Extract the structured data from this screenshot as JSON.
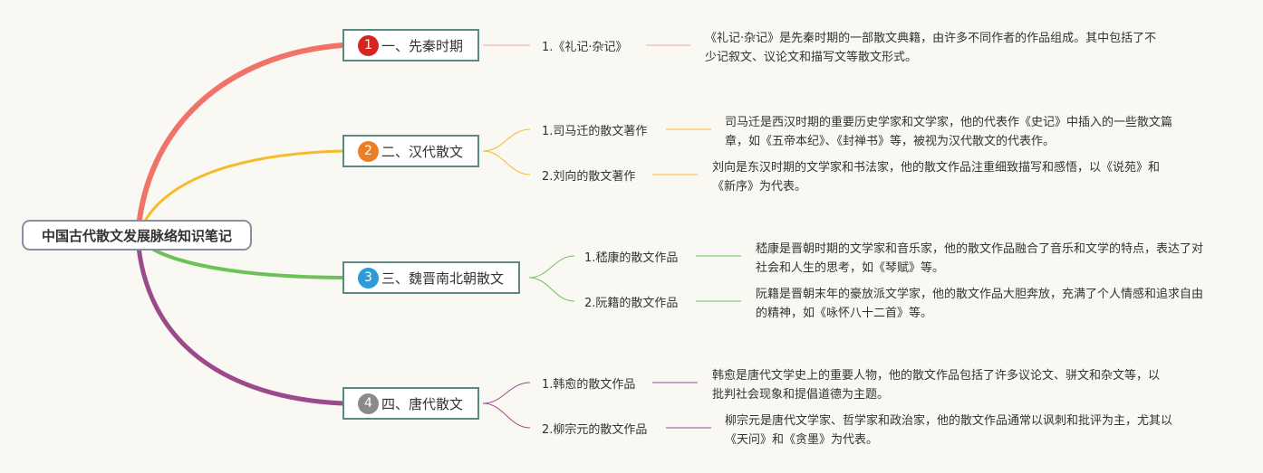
{
  "root": {
    "title": "中国古代散文发展脉络知识笔记"
  },
  "branches": [
    {
      "num": "1",
      "label": "一、先秦时期",
      "color": "#f0736a",
      "badge": "#d8261f",
      "items": [
        {
          "label": "1.《礼记·杂记》",
          "desc": "《礼记·杂记》是先秦时期的一部散文典籍，由许多不同作者的作品组成。其中包括了不少记叙文、议论文和描写文等散文形式。"
        }
      ]
    },
    {
      "num": "2",
      "label": "二、汉代散文",
      "color": "#f5bb2c",
      "badge": "#ec7f23",
      "items": [
        {
          "label": "1.司马迁的散文著作",
          "desc": "司马迁是西汉时期的重要历史学家和文学家，他的代表作《史记》中插入的一些散文篇章，如《五帝本纪》、《封禅书》等，被视为汉代散文的代表作。"
        },
        {
          "label": "2.刘向的散文著作",
          "desc": "刘向是东汉时期的文学家和书法家，他的散文作品注重细致描写和感悟，以《说苑》和《新序》为代表。"
        }
      ]
    },
    {
      "num": "3",
      "label": "三、魏晋南北朝散文",
      "color": "#6cc158",
      "badge": "#2e9ad6",
      "items": [
        {
          "label": "1.嵇康的散文作品",
          "desc": "嵇康是晋朝时期的文学家和音乐家，他的散文作品融合了音乐和文学的特点，表达了对社会和人生的思考，如《琴赋》等。"
        },
        {
          "label": "2.阮籍的散文作品",
          "desc": "阮籍是晋朝末年的豪放派文学家，他的散文作品大胆奔放，充满了个人情感和追求自由的精神，如《咏怀八十二首》等。"
        }
      ]
    },
    {
      "num": "4",
      "label": "四、唐代散文",
      "color": "#9b4a8c",
      "badge": "#8a8a8a",
      "items": [
        {
          "label": "1.韩愈的散文作品",
          "desc": "韩愈是唐代文学史上的重要人物，他的散文作品包括了许多议论文、骈文和杂文等，以批判社会现象和提倡道德为主题。"
        },
        {
          "label": "2.柳宗元的散文作品",
          "desc": "柳宗元是唐代文学家、哲学家和政治家，他的散文作品通常以讽刺和批评为主，尤其以《天问》和《贪墨》为代表。"
        }
      ]
    }
  ]
}
